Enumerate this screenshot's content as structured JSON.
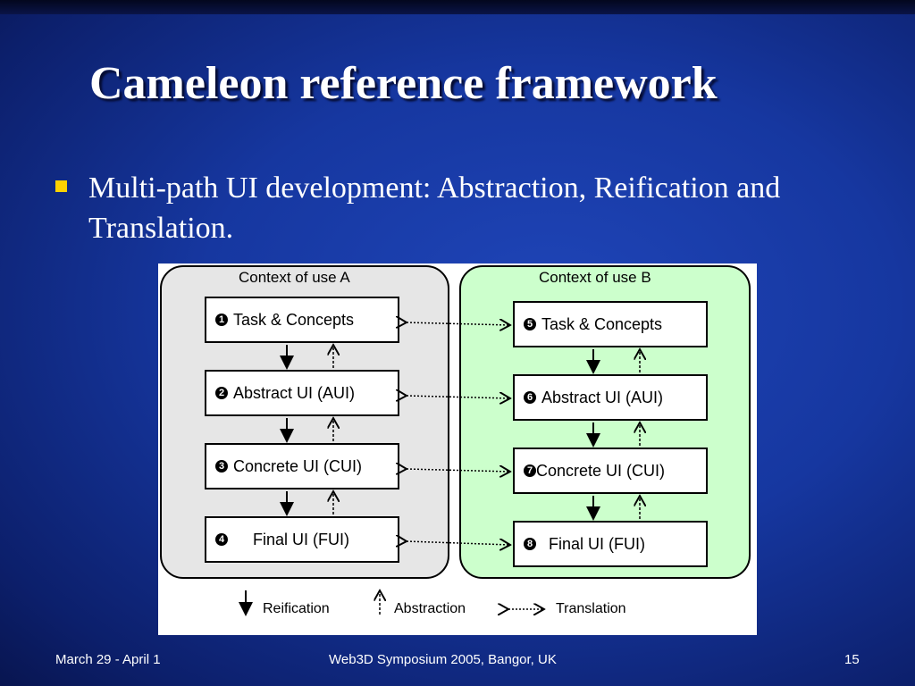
{
  "slide": {
    "title": "Cameleon reference framework",
    "bullet": "Multi-path UI development: Abstraction, Reification and Translation."
  },
  "diagram": {
    "context_a": {
      "label": "Context of use A",
      "levels": [
        {
          "num": "1",
          "label": "Task & Concepts"
        },
        {
          "num": "2",
          "label": "Abstract UI (AUI)"
        },
        {
          "num": "3",
          "label": "Concrete UI (CUI)"
        },
        {
          "num": "4",
          "label": "Final UI (FUI)"
        }
      ]
    },
    "context_b": {
      "label": "Context of use B",
      "levels": [
        {
          "num": "5",
          "label": "Task & Concepts"
        },
        {
          "num": "6",
          "label": "Abstract UI (AUI)"
        },
        {
          "num": "7",
          "label": "Concrete UI (CUI)"
        },
        {
          "num": "8",
          "label": "Final UI (FUI)"
        }
      ]
    },
    "legend": {
      "reification": "Reification",
      "abstraction": "Abstraction",
      "translation": "Translation"
    }
  },
  "footer": {
    "left": "March 29 - April 1",
    "center": "Web3D Symposium 2005, Bangor, UK",
    "page": "15"
  },
  "colors": {
    "background": "#1637a0",
    "bullet": "#ffd200",
    "context_a_fill": "#e6e6e6",
    "context_b_fill": "#ccffcc"
  }
}
